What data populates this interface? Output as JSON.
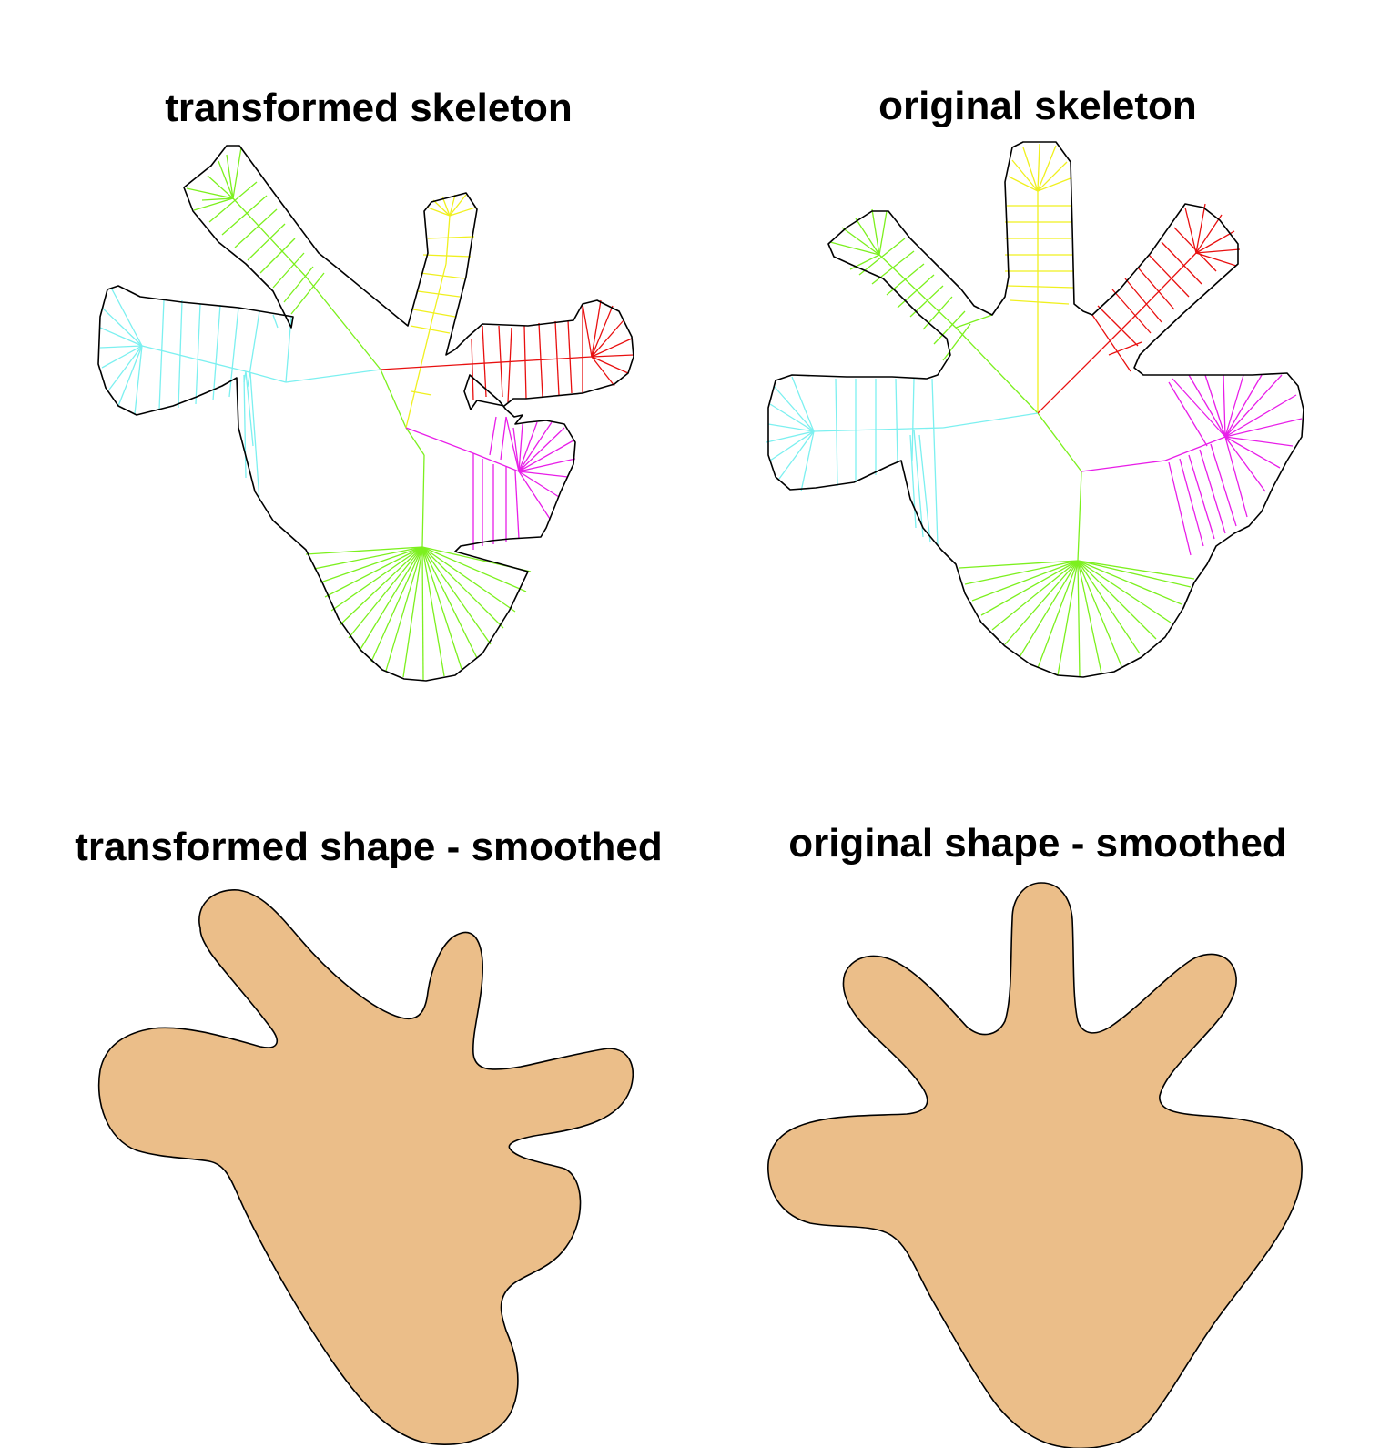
{
  "titles": {
    "transformed_skeleton": "transformed skeleton",
    "original_skeleton": "original skeleton",
    "transformed_shape": "transformed shape - smoothed",
    "original_shape": "original shape - smoothed"
  },
  "colors": {
    "outline": "#000000",
    "fill": "#EBBE89",
    "branch_green": "#7CF01E",
    "branch_yellow": "#F0F01E",
    "branch_red": "#E81010",
    "branch_cyan": "#7CF0F0",
    "branch_magenta": "#E81EE8"
  }
}
